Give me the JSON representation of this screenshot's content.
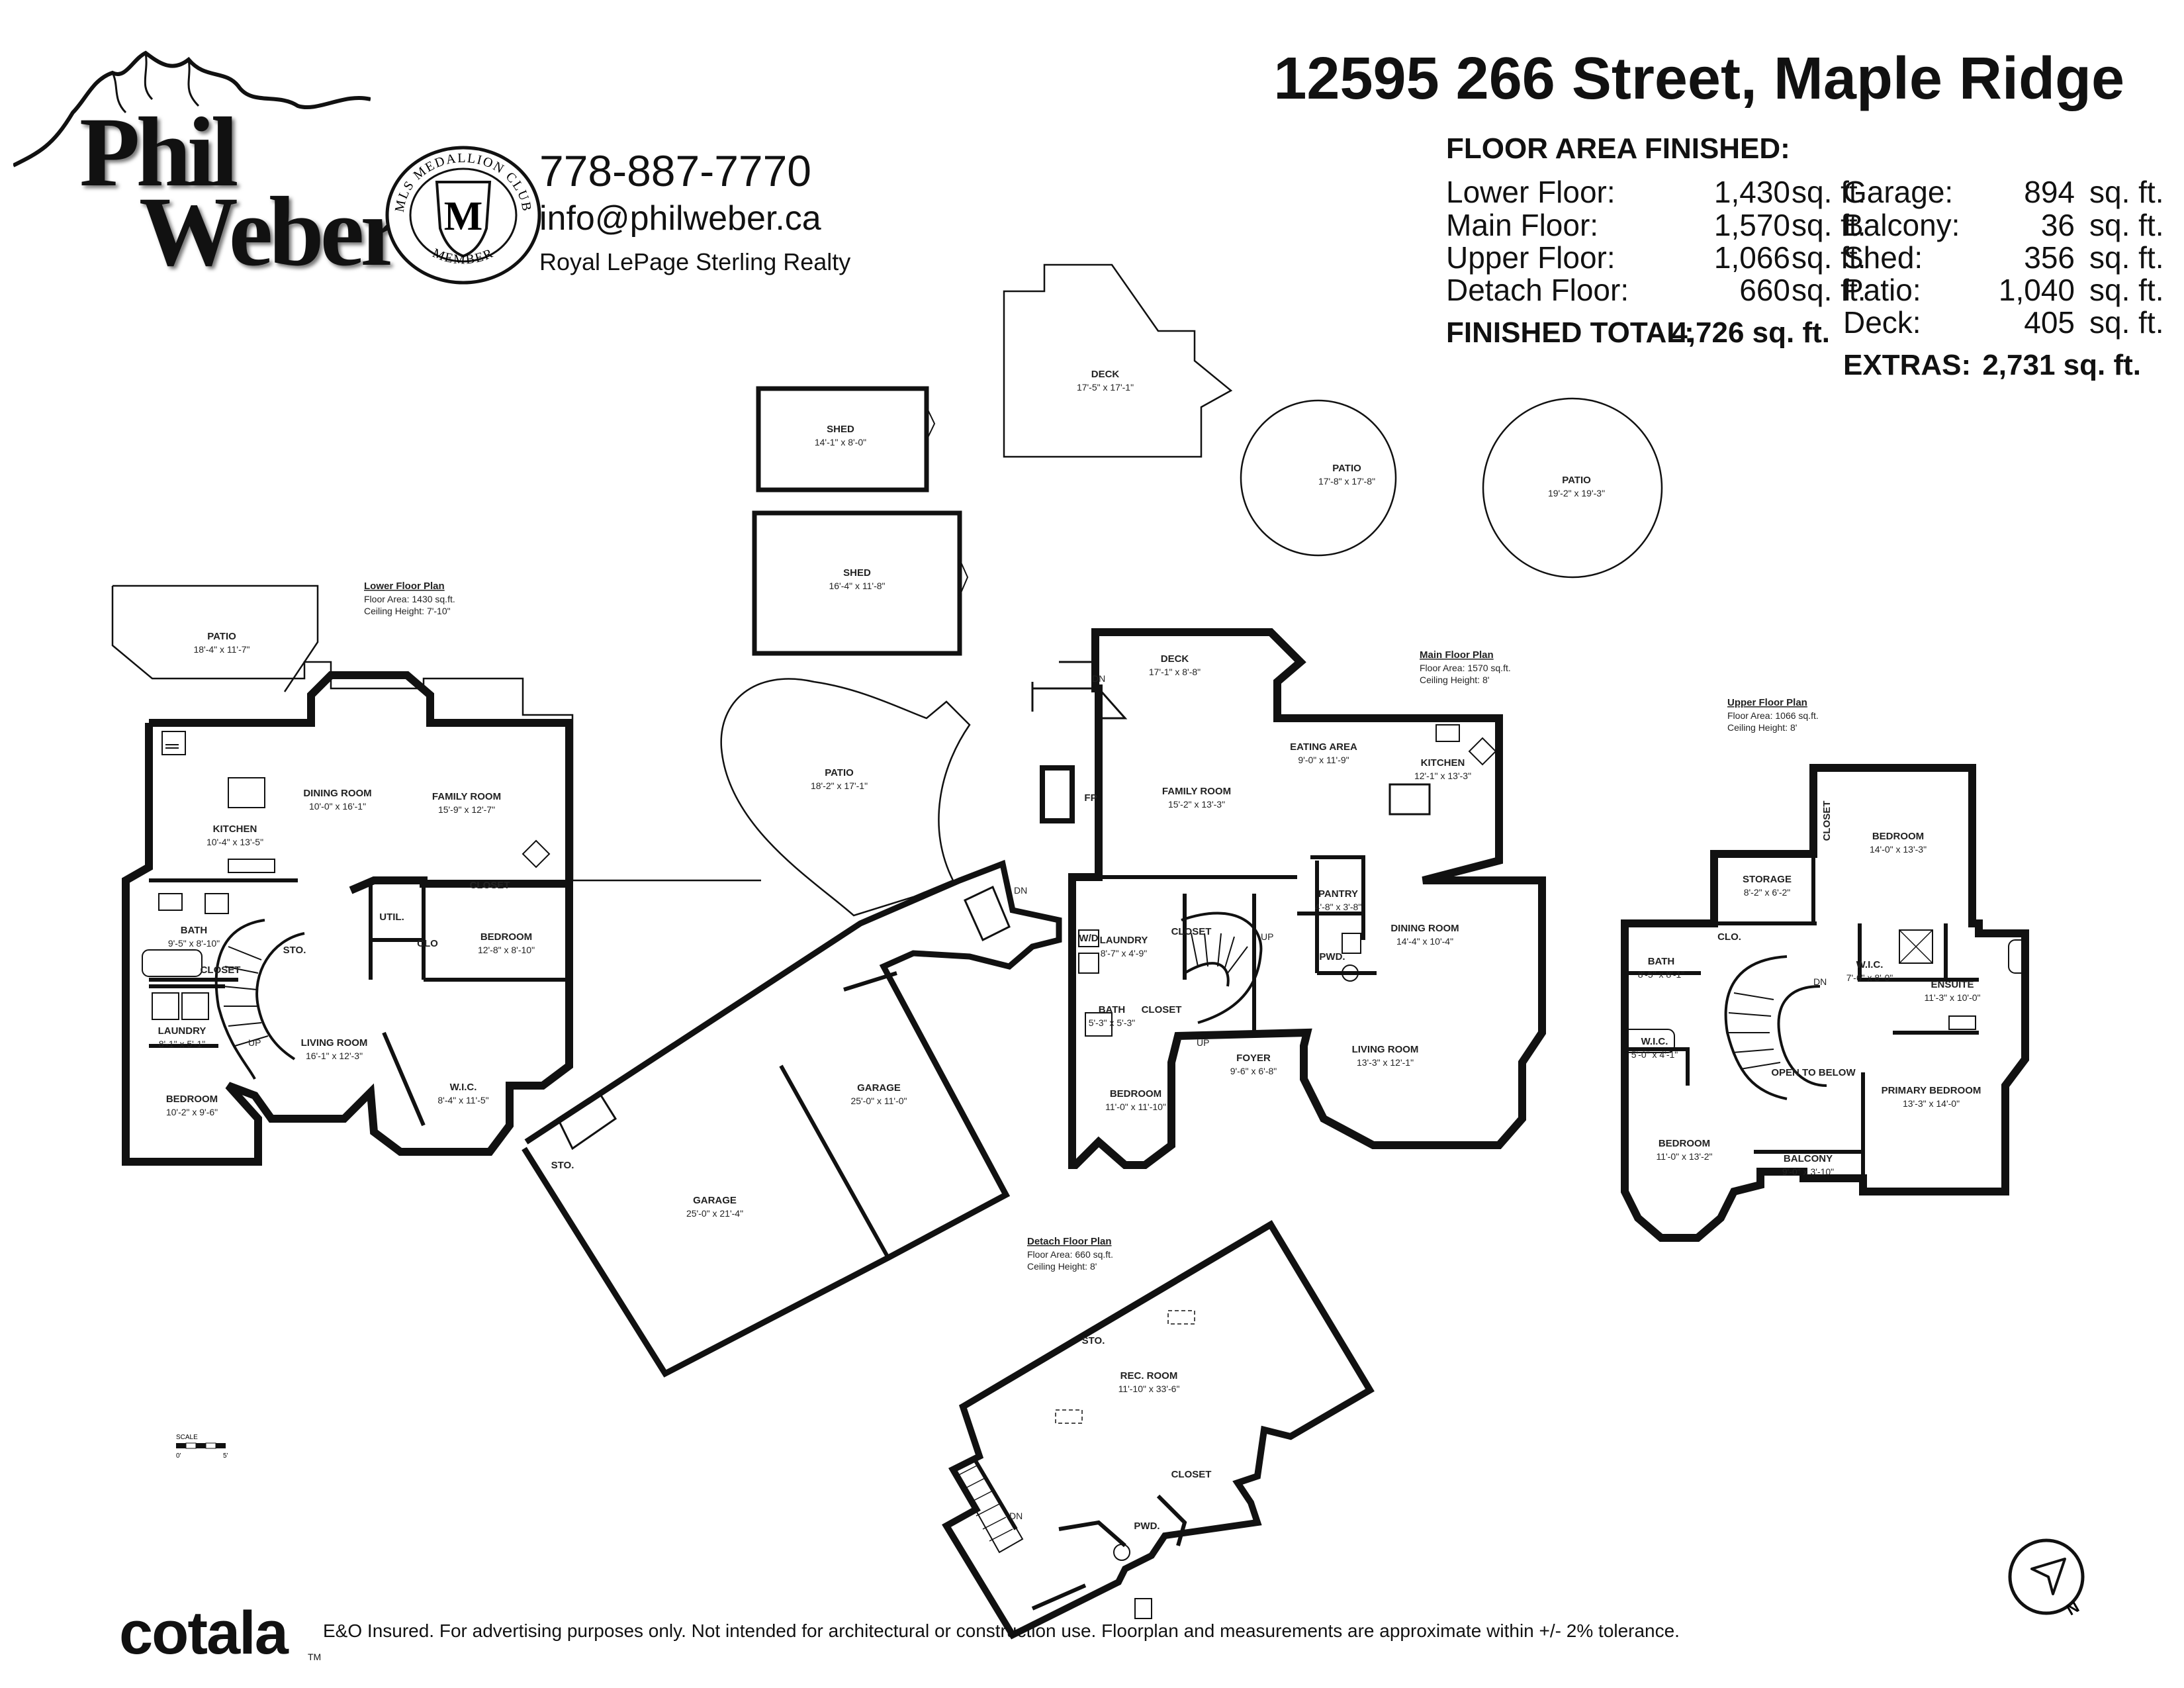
{
  "agent": {
    "logo_first": "Phil",
    "logo_last": "Weber",
    "medallion_ring": "MLS MEDALLION CLUB",
    "medallion_letter": "M",
    "medallion_member": "MEMBER",
    "phone": "778-887-7770",
    "email": "info@philweber.ca",
    "brokerage": "Royal LePage Sterling Realty"
  },
  "address": "12595 266 Street, Maple Ridge",
  "floor_area": {
    "title": "FLOOR AREA FINISHED:",
    "finished": [
      {
        "label": "Lower Floor:",
        "value": "1,430",
        "unit": "sq. ft."
      },
      {
        "label": "Main Floor:",
        "value": "1,570",
        "unit": "sq. ft."
      },
      {
        "label": "Upper Floor:",
        "value": "1,066",
        "unit": "sq. ft."
      },
      {
        "label": "Detach Floor:",
        "value": "660",
        "unit": "sq. ft."
      }
    ],
    "finished_total": {
      "label": "FINISHED TOTAL:",
      "value": "4,726 sq. ft."
    },
    "extras": [
      {
        "label": "Garage:",
        "value": "894",
        "unit": "sq. ft."
      },
      {
        "label": "Balcony:",
        "value": "36",
        "unit": "sq. ft."
      },
      {
        "label": "Shed:",
        "value": "356",
        "unit": "sq. ft."
      },
      {
        "label": "Patio:",
        "value": "1,040",
        "unit": "sq. ft."
      },
      {
        "label": "Deck:",
        "value": "405",
        "unit": "sq. ft."
      }
    ],
    "extras_total": {
      "label": "EXTRAS:",
      "value": "2,731 sq. ft."
    }
  },
  "plans": {
    "lower": {
      "title": "Lower Floor Plan",
      "area": "Floor Area: 1430 sq.ft.",
      "ceiling": "Ceiling Height: 7'-10\""
    },
    "main": {
      "title": "Main Floor Plan",
      "area": "Floor Area: 1570 sq.ft.",
      "ceiling": "Ceiling Height: 8'"
    },
    "upper": {
      "title": "Upper Floor Plan",
      "area": "Floor Area: 1066 sq.ft.",
      "ceiling": "Ceiling Height: 8'"
    },
    "detach": {
      "title": "Detach Floor Plan",
      "area": "Floor Area: 660 sq.ft.",
      "ceiling": "Ceiling Height: 8'"
    }
  },
  "rooms": {
    "shed1": {
      "name": "SHED",
      "dim": "14'-1\" x 8'-0\""
    },
    "shed2": {
      "name": "SHED",
      "dim": "16'-4\" x 11'-8\""
    },
    "deck_top": {
      "name": "DECK",
      "dim": "17'-5\" x 17'-1\""
    },
    "patio_c1": {
      "name": "PATIO",
      "dim": "17'-8\" x 17'-8\""
    },
    "patio_c2": {
      "name": "PATIO",
      "dim": "19'-2\" x 19'-3\""
    },
    "patio_lower": {
      "name": "PATIO",
      "dim": "18'-4\" x 11'-7\""
    },
    "patio_kidney": {
      "name": "PATIO",
      "dim": "18'-2\" x 17'-1\""
    },
    "l_dining": {
      "name": "DINING ROOM",
      "dim": "10'-0\" x 16'-1\""
    },
    "l_family": {
      "name": "FAMILY ROOM",
      "dim": "15'-9\" x 12'-7\""
    },
    "l_kitchen": {
      "name": "KITCHEN",
      "dim": "10'-4\" x 13'-5\""
    },
    "l_bath": {
      "name": "BATH",
      "dim": "9'-5\" x 8'-10\""
    },
    "l_closet": {
      "name": "CLOSET"
    },
    "l_laundry": {
      "name": "LAUNDRY",
      "dim": "8'-1\" x 5'-1\""
    },
    "l_sto": {
      "name": "STO."
    },
    "l_util": {
      "name": "UTIL."
    },
    "l_clo": {
      "name": "CLO"
    },
    "l_closet2": {
      "name": "CLOSET"
    },
    "l_bedroom": {
      "name": "BEDROOM",
      "dim": "12'-8\" x 8'-10\""
    },
    "l_living": {
      "name": "LIVING ROOM",
      "dim": "16'-1\" x 12'-3\""
    },
    "l_wic": {
      "name": "W.I.C.",
      "dim": "8'-4\" x 11'-5\""
    },
    "l_bedroom2": {
      "name": "BEDROOM",
      "dim": "10'-2\" x 9'-6\""
    },
    "garage1": {
      "name": "GARAGE",
      "dim": "25'-0\" x 21'-4\""
    },
    "garage2": {
      "name": "GARAGE",
      "dim": "25'-0\" x 11'-0\""
    },
    "g_sto": {
      "name": "STO."
    },
    "m_deck": {
      "name": "DECK",
      "dim": "17'-1\" x 8'-8\""
    },
    "m_eating": {
      "name": "EATING AREA",
      "dim": "9'-0\" x 11'-9\""
    },
    "m_family": {
      "name": "FAMILY ROOM",
      "dim": "15'-2\" x 13'-3\""
    },
    "m_kitchen": {
      "name": "KITCHEN",
      "dim": "12'-1\" x 13'-3\""
    },
    "m_fp": {
      "name": "FP"
    },
    "m_pantry": {
      "name": "PANTRY",
      "dim": "4'-8\" x 3'-8\""
    },
    "m_laundry": {
      "name": "LAUNDRY",
      "dim": "8'-7\" x 4'-9\""
    },
    "m_closet": {
      "name": "CLOSET"
    },
    "m_dining": {
      "name": "DINING ROOM",
      "dim": "14'-4\" x 10'-4\""
    },
    "m_pwd": {
      "name": "PWD."
    },
    "m_bath": {
      "name": "BATH",
      "dim": "5'-3\" x 5'-3\""
    },
    "m_closet2": {
      "name": "CLOSET"
    },
    "m_foyer": {
      "name": "FOYER",
      "dim": "9'-6\" x 6'-8\""
    },
    "m_living": {
      "name": "LIVING ROOM",
      "dim": "13'-3\" x 12'-1\""
    },
    "m_bedroom": {
      "name": "BEDROOM",
      "dim": "11'-0\" x 11'-10\""
    },
    "m_wd": {
      "name": "W/D"
    },
    "u_bedroom": {
      "name": "BEDROOM",
      "dim": "14'-0\" x 13'-3\""
    },
    "u_closet": {
      "name": "CLOSET"
    },
    "u_storage": {
      "name": "STORAGE",
      "dim": "8'-2\" x 6'-2\""
    },
    "u_bath": {
      "name": "BATH",
      "dim": "8'-5\" x 8'-1\""
    },
    "u_clo": {
      "name": "CLO."
    },
    "u_wic": {
      "name": "W.I.C.",
      "dim": "7'-6\" x 8'-0\""
    },
    "u_ensuite": {
      "name": "ENSUITE",
      "dim": "11'-3\" x 10'-0\""
    },
    "u_wic2": {
      "name": "W.I.C.",
      "dim": "5'-0\" x 4'-1\""
    },
    "u_open": {
      "name": "OPEN TO BELOW"
    },
    "u_primary": {
      "name": "PRIMARY BEDROOM",
      "dim": "13'-3\" x 14'-0\""
    },
    "u_bedroom2": {
      "name": "BEDROOM",
      "dim": "11'-0\" x 13'-2\""
    },
    "u_balcony": {
      "name": "BALCONY",
      "dim": "9'-0\" x 3'-10\""
    },
    "d_sto": {
      "name": "STO."
    },
    "d_rec": {
      "name": "REC. ROOM",
      "dim": "11'-10\" x 33'-6\""
    },
    "d_closet": {
      "name": "CLOSET"
    },
    "d_pwd": {
      "name": "PWD."
    }
  },
  "stair_labels": {
    "up": "UP",
    "dn": "DN"
  },
  "scale": {
    "label": "SCALE",
    "zero": "0'",
    "five": "5'"
  },
  "compass": {
    "north": "N"
  },
  "footer": {
    "brand": "cotala",
    "tm": "TM",
    "disclaimer": "E&O Insured. For advertising purposes only. Not intended for architectural or construction use. Floorplan and measurements are approximate within +/- 2% tolerance."
  }
}
